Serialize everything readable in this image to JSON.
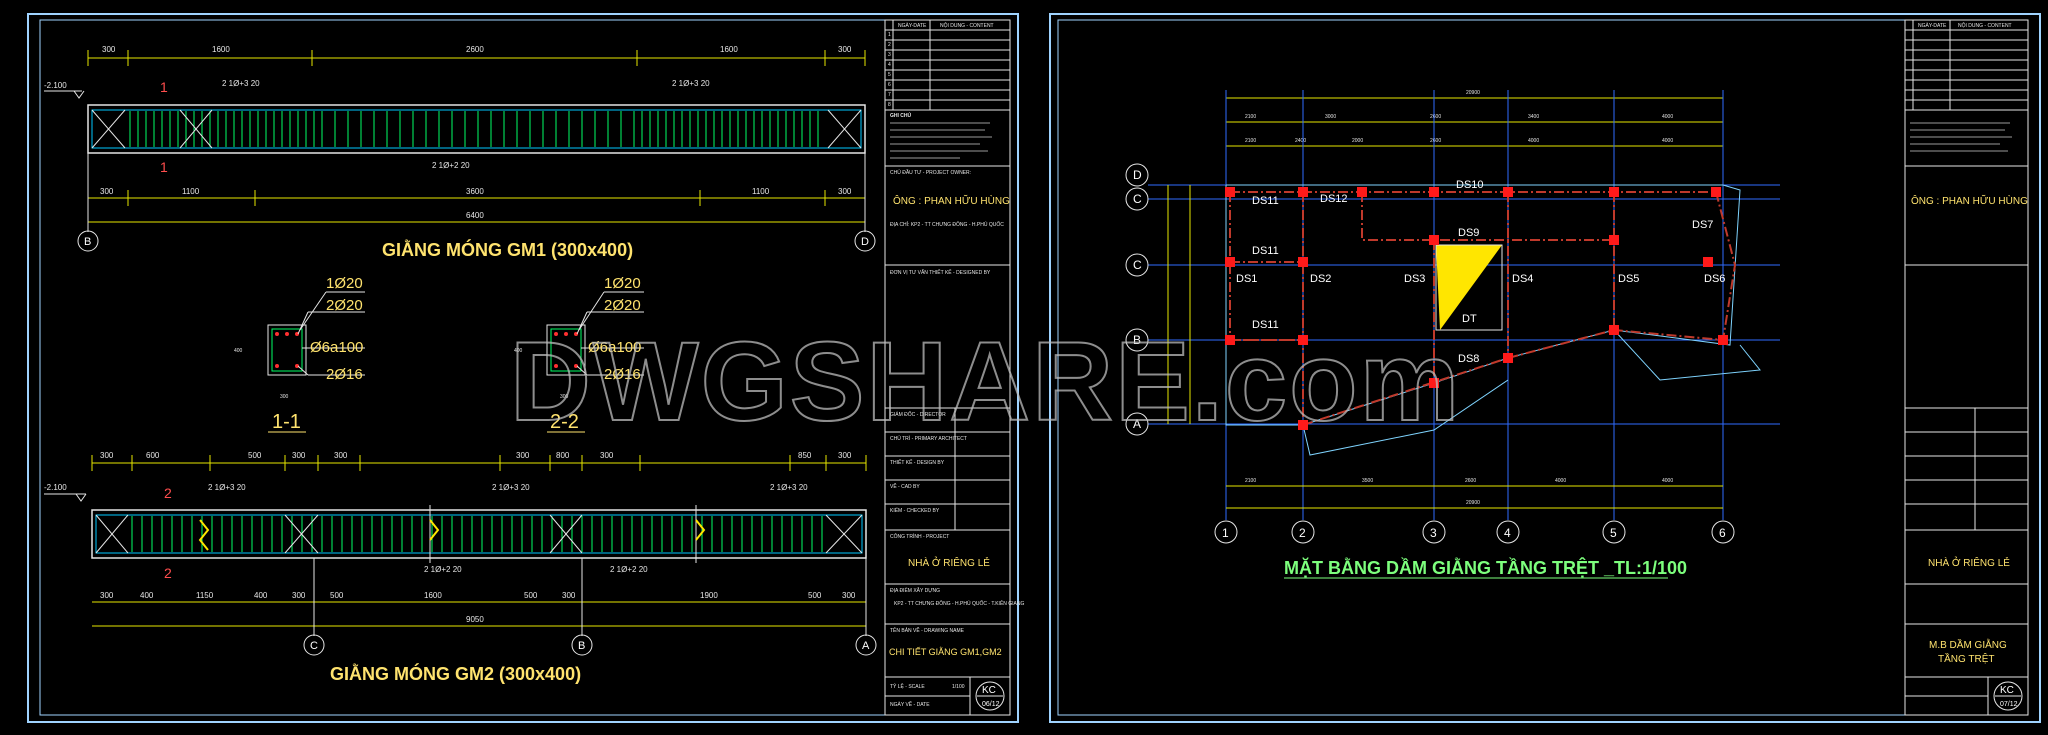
{
  "colors": {
    "background": "#000000",
    "frame": "#9fd3ff",
    "dimension": "#ffe600",
    "rebar": "#00ff66",
    "grid": "#2f6bff",
    "column": "#ff1a1a",
    "title_yellow": "#ffe36e",
    "title_green": "#7dff7d",
    "watermark": "#bdbdbd"
  },
  "watermark": "DWGSHARE.com",
  "sheet1": {
    "beam1": {
      "title": "GIẰNG MÓNG GM1 (300x400)",
      "level": "-2.100",
      "top_dims": [
        "300",
        "1600",
        "2600",
        "1600",
        "300"
      ],
      "bottom_dims": [
        "300",
        "1100",
        "3600",
        "1100",
        "300"
      ],
      "total": "6400",
      "top_bar": "2 1Ø+3 20",
      "top_bar_right": "2 1Ø+3 20",
      "bottom_bar": "2 1Ø+2 20",
      "section_mark": "1",
      "grid_left": "B",
      "grid_right": "D"
    },
    "section1": {
      "label": "1-1",
      "bars": [
        "1Ø20",
        "2Ø20",
        "Ø6a100",
        "2Ø16"
      ],
      "width": "300",
      "height": "400"
    },
    "section2": {
      "label": "2-2",
      "bars": [
        "1Ø20",
        "2Ø20",
        "Ø6a100",
        "2Ø16"
      ],
      "width": "300",
      "height": "400"
    },
    "beam2": {
      "title": "GIẰNG MÓNG GM2 (300x400)",
      "level": "-2.100",
      "top_dims": [
        "300",
        "600",
        "500",
        "300",
        "300",
        "300",
        "800",
        "300",
        "850",
        "300"
      ],
      "bottom_dims": [
        "300",
        "400",
        "1150",
        "400",
        "300",
        "500",
        "1600",
        "500",
        "300",
        "1900",
        "500",
        "300"
      ],
      "total": "9050",
      "top_bars": [
        "2 1Ø+3 20",
        "2 1Ø+3 20",
        "2 1Ø+3 20"
      ],
      "bottom_bars": [
        "2 1Ø+2 20",
        "2 1Ø+2 20"
      ],
      "section_mark": "2",
      "grid_marks": [
        "C",
        "B",
        "A"
      ]
    },
    "titleblock": {
      "header_date": "NGÀY-DATE",
      "header_content": "NỘI DUNG - CONTENT",
      "revision_rows": [
        "1",
        "2",
        "3",
        "4",
        "5",
        "6",
        "7",
        "8"
      ],
      "notes_title": "GHI CHÚ",
      "owner_label": "CHỦ ĐẦU TƯ - PROJECT OWNER:",
      "owner": "ÔNG : PHAN HỮU HÙNG",
      "owner_address": "ĐỊA CHỈ: KP2 - TT CHƯNG ĐÔNG - H.PHÚ QUỐC",
      "designer_label": "ĐƠN VỊ TƯ VẤN THIẾT KẾ - DESIGNED BY",
      "director": "GIÁM ĐỐC - DIRECTOR",
      "chief_architect": "CHỦ TRÌ - PRIMARY ARCHITECT",
      "designer": "THIẾT KẾ - DESIGN BY",
      "drawn": "VẼ - CAD BY",
      "checked": "KIỂM - CHECKED BY",
      "project_label": "CÔNG TRÌNH - PROJECT",
      "project": "NHÀ Ở RIÊNG LẺ",
      "location_label": "ĐỊA ĐIỂM XÂY DỰNG",
      "location": "KP2 - TT CHƯNG ĐÔNG - H.PHÚ QUỐC - T.KIÊN GIANG",
      "drawing_label": "TÊN BẢN VẼ - DRAWING NAME",
      "drawing_name": "CHI TIẾT GIẰNG GM1,GM2",
      "scale_label": "TỶ LỆ - SCALE",
      "scale": "1/100",
      "date_label": "NGÀY VẼ - DATE",
      "sheet_no": "KC",
      "sheet_num": "06/12"
    }
  },
  "sheet2": {
    "plan_title": "MẶT BẰNG DẦM GIẰNG TẦNG TRỆT _TL:1/100",
    "top_total": "20900",
    "top_dims": [
      "2100",
      "3000",
      "2600",
      "3400",
      "4000"
    ],
    "top_dims2": [
      "2100",
      "2400",
      "2000",
      "2600",
      "4000",
      "4000"
    ],
    "bottom_dims": [
      "2100",
      "3500",
      "2600",
      "4000",
      "4000"
    ],
    "bottom_total": "20900",
    "grid_x": [
      "1",
      "2",
      "3",
      "4",
      "5",
      "6"
    ],
    "grid_y": [
      "D",
      "C",
      "C",
      "B",
      "A"
    ],
    "beam_labels": [
      "DS10",
      "DS11",
      "DS12",
      "DS11",
      "DS1",
      "DS2",
      "DS3",
      "DS9",
      "DS4",
      "DS5",
      "DS6",
      "DS7",
      "DS11",
      "DT",
      "DS8"
    ],
    "titleblock": {
      "header_date": "NGÀY-DATE",
      "header_content": "NỘI DUNG - CONTENT",
      "owner": "ÔNG : PHAN HỮU HÙNG",
      "project": "NHÀ Ở RIÊNG LẺ",
      "drawing_name_1": "M.B DẦM GIẰNG",
      "drawing_name_2": "TẦNG TRỆT",
      "sheet_no": "KC",
      "sheet_num": "07/12"
    }
  }
}
